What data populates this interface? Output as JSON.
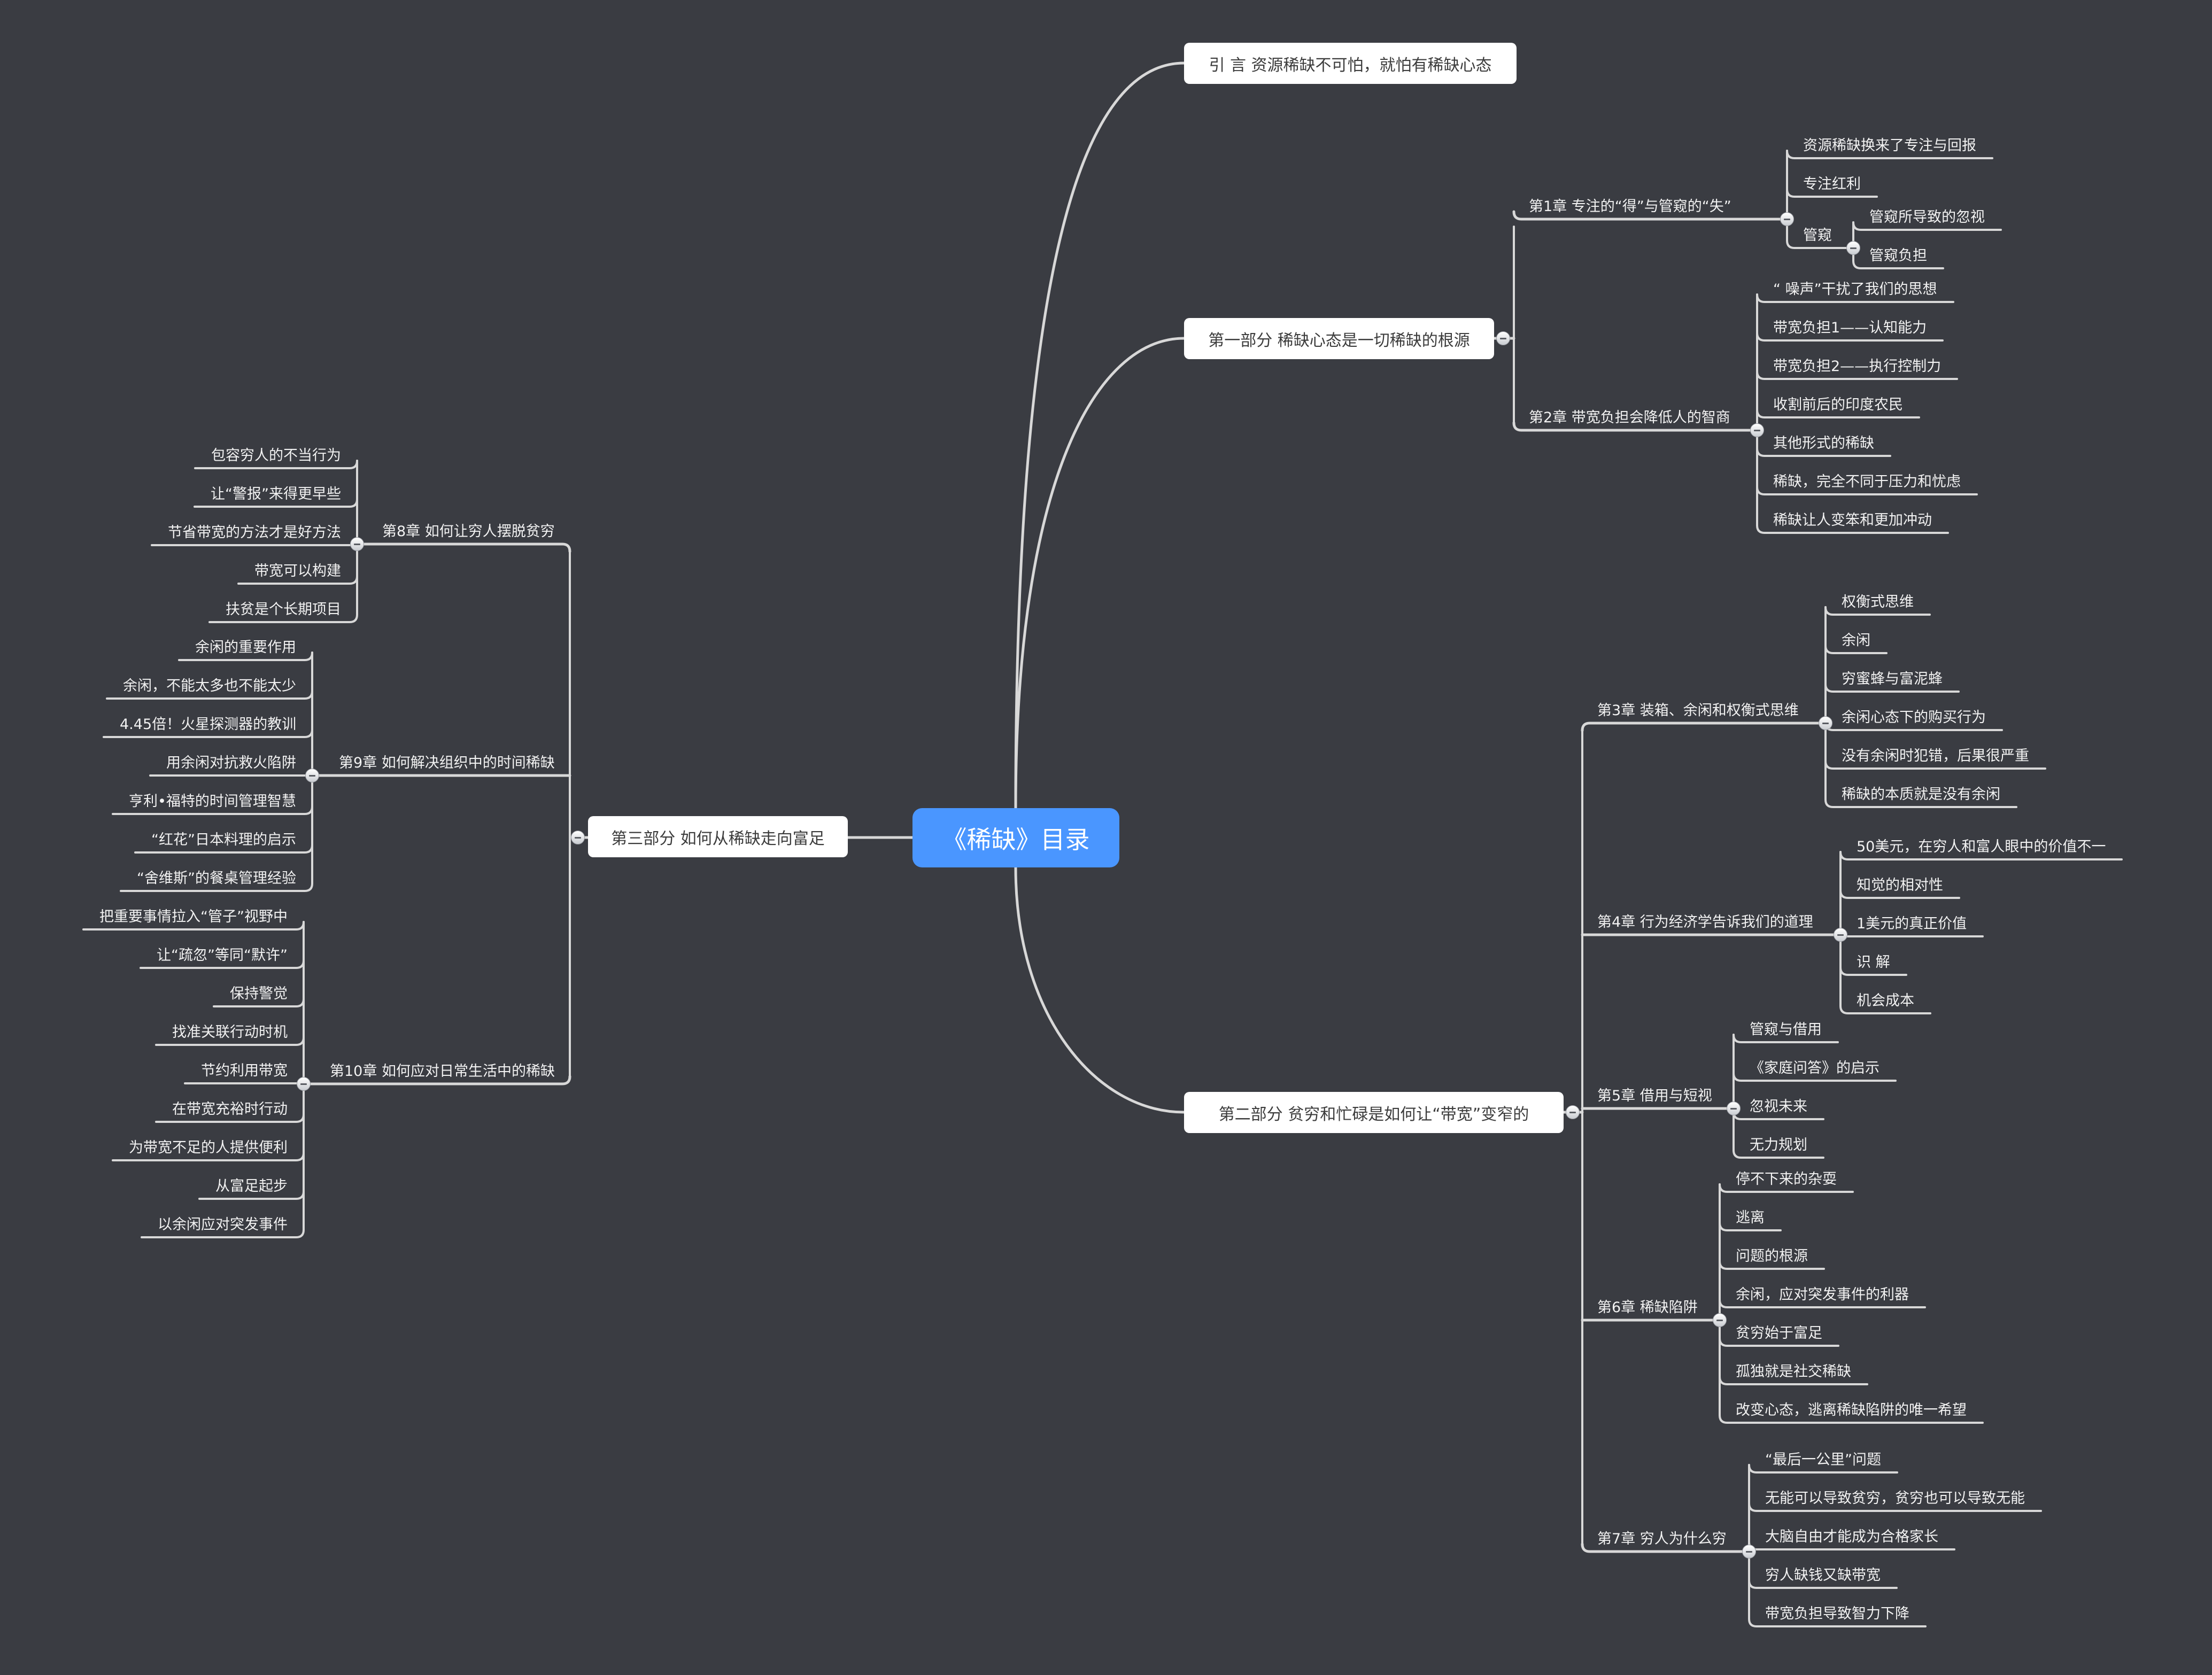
{
  "root": {
    "title": "《稀缺》目录"
  },
  "colors": {
    "background": "#3a3c42",
    "root": "#4a96ff",
    "line": "#d8d8d8",
    "part_bg": "#ffffff",
    "text": "#f2f2f2"
  },
  "intro": {
    "title": "引 言 资源稀缺不可怕，就怕有稀缺心态"
  },
  "part1": {
    "title": "第一部分 稀缺心态是一切稀缺的根源",
    "chapters": [
      {
        "title": "第1章 专注的“得”与管窥的“失”",
        "items": [
          {
            "label": "资源稀缺换来了专注与回报"
          },
          {
            "label": "专注红利"
          },
          {
            "label": "管窥",
            "children": [
              {
                "label": "管窥所导致的忽视"
              },
              {
                "label": "管窥负担"
              }
            ]
          }
        ]
      },
      {
        "title": "第2章 带宽负担会降低人的智商",
        "items": [
          {
            "label": "“ 噪声”干扰了我们的思想"
          },
          {
            "label": "带宽负担1——认知能力"
          },
          {
            "label": "带宽负担2——执行控制力"
          },
          {
            "label": "收割前后的印度农民"
          },
          {
            "label": "其他形式的稀缺"
          },
          {
            "label": "稀缺，完全不同于压力和忧虑"
          },
          {
            "label": "稀缺让人变笨和更加冲动"
          }
        ]
      }
    ]
  },
  "part2": {
    "title": "第二部分 贫穷和忙碌是如何让“带宽”变窄的",
    "chapters": [
      {
        "title": "第3章 装箱、余闲和权衡式思维",
        "items": [
          {
            "label": "权衡式思维"
          },
          {
            "label": "余闲"
          },
          {
            "label": "穷蜜蜂与富泥蜂"
          },
          {
            "label": "余闲心态下的购买行为"
          },
          {
            "label": "没有余闲时犯错，后果很严重"
          },
          {
            "label": "稀缺的本质就是没有余闲"
          }
        ]
      },
      {
        "title": "第4章 行为经济学告诉我们的道理",
        "items": [
          {
            "label": "50美元，在穷人和富人眼中的价值不一"
          },
          {
            "label": "知觉的相对性"
          },
          {
            "label": "1美元的真正价值"
          },
          {
            "label": "识 解"
          },
          {
            "label": "机会成本"
          }
        ]
      },
      {
        "title": "第5章 借用与短视",
        "items": [
          {
            "label": "管窥与借用"
          },
          {
            "label": "《家庭问答》的启示"
          },
          {
            "label": "忽视未来"
          },
          {
            "label": "无力规划"
          }
        ]
      },
      {
        "title": "第6章 稀缺陷阱",
        "items": [
          {
            "label": "停不下来的杂耍"
          },
          {
            "label": "逃离"
          },
          {
            "label": "问题的根源"
          },
          {
            "label": "余闲，应对突发事件的利器"
          },
          {
            "label": "贫穷始于富足"
          },
          {
            "label": "孤独就是社交稀缺"
          },
          {
            "label": "改变心态，逃离稀缺陷阱的唯一希望"
          }
        ]
      },
      {
        "title": "第7章 穷人为什么穷",
        "items": [
          {
            "label": "“最后一公里”问题"
          },
          {
            "label": "无能可以导致贫穷，贫穷也可以导致无能"
          },
          {
            "label": "大脑自由才能成为合格家长"
          },
          {
            "label": "穷人缺钱又缺带宽"
          },
          {
            "label": "带宽负担导致智力下降"
          }
        ]
      }
    ]
  },
  "part3": {
    "title": "第三部分 如何从稀缺走向富足",
    "chapters": [
      {
        "title": "第8章 如何让穷人摆脱贫穷",
        "items": [
          {
            "label": "包容穷人的不当行为"
          },
          {
            "label": "让“警报”来得更早些"
          },
          {
            "label": "节省带宽的方法才是好方法"
          },
          {
            "label": "带宽可以构建"
          },
          {
            "label": "扶贫是个长期项目"
          }
        ]
      },
      {
        "title": "第9章 如何解决组织中的时间稀缺",
        "items": [
          {
            "label": "余闲的重要作用"
          },
          {
            "label": "余闲，不能太多也不能太少"
          },
          {
            "label": "4.45倍！火星探测器的教训"
          },
          {
            "label": "用余闲对抗救火陷阱"
          },
          {
            "label": "亨利•福特的时间管理智慧"
          },
          {
            "label": "“红花”日本料理的启示"
          },
          {
            "label": "“舍维斯”的餐桌管理经验"
          }
        ]
      },
      {
        "title": "第10章 如何应对日常生活中的稀缺",
        "items": [
          {
            "label": "把重要事情拉入“管子”视野中"
          },
          {
            "label": "让“疏忽”等同“默许”"
          },
          {
            "label": "保持警觉"
          },
          {
            "label": "找准关联行动时机"
          },
          {
            "label": "节约利用带宽"
          },
          {
            "label": "在带宽充裕时行动"
          },
          {
            "label": "为带宽不足的人提供便利"
          },
          {
            "label": "从富足起步"
          },
          {
            "label": "以余闲应对突发事件"
          }
        ]
      }
    ]
  }
}
